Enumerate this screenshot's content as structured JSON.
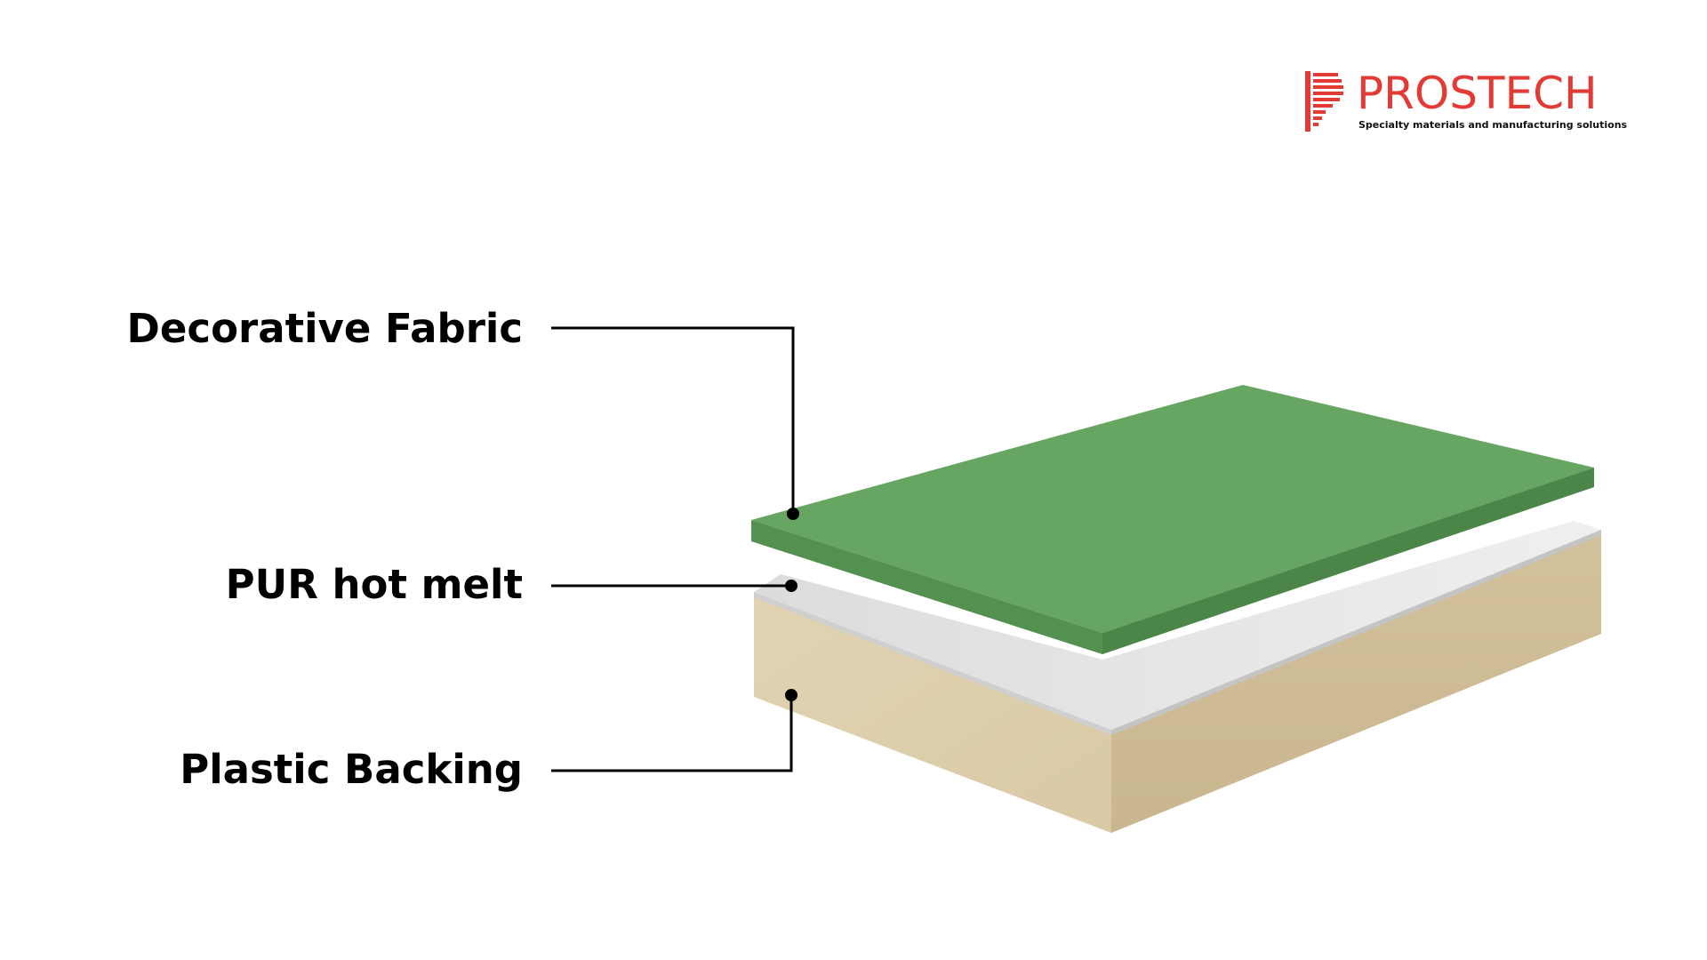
{
  "brand": {
    "name": "PROSTECH",
    "tagline": "Specialty materials and manufacturing solutions",
    "color": "#e23a35"
  },
  "layers": [
    {
      "id": "fabric",
      "label": "Decorative Fabric",
      "color": "#65a262"
    },
    {
      "id": "pur",
      "label": "PUR hot melt",
      "color": "#e6e6e6"
    },
    {
      "id": "backing",
      "label": "Plastic Backing",
      "color": "#dbcba8"
    }
  ],
  "colors": {
    "text": "#000000",
    "leader": "#000000",
    "background": "#ffffff"
  }
}
